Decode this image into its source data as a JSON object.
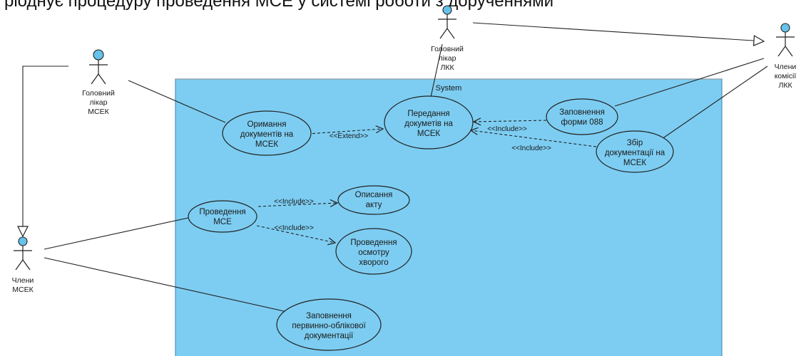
{
  "header_text": "ріоднує процедуру проведення МСЕ у системі роботи з дорученнями",
  "colors": {
    "system_fill": "#7dcdf2",
    "system_border": "#4a90b8",
    "actor_head": "#66c2ea",
    "line": "#222222"
  },
  "system": {
    "label": "System"
  },
  "actors": {
    "glavlikar_mcek": [
      "Головний",
      "лікар",
      "МСЕК"
    ],
    "glavlikar_lkk": [
      "Головний",
      "лікар",
      "ЛКК"
    ],
    "chleny_lkk": [
      "Члени",
      "комісії",
      "ЛКК"
    ],
    "chleny_mcek": [
      "Члени",
      "МСЕК"
    ]
  },
  "use_cases": {
    "otrymannia": [
      "Оримання",
      "документів на",
      "МСЕК"
    ],
    "peredannia": [
      "Передання",
      "докуметів на",
      "МСЕК"
    ],
    "zapovnennia088": [
      "Заповнення",
      "форми 088"
    ],
    "zbir": [
      "Збір",
      "документації на",
      "МСЕК"
    ],
    "provedennia_mse": [
      "Проведення",
      "МСЕ"
    ],
    "opysannia": [
      "Описання",
      "акту"
    ],
    "ogliad": [
      "Проведення",
      "осмотру",
      "хворого"
    ],
    "pervynno": [
      "Заповнення",
      "первинно-облікової",
      "документації"
    ]
  },
  "relations": {
    "extend": "<<Extend>>",
    "include_088": "<<Include>>",
    "include_zbir": "<<Include>>",
    "include_opys": "<<Include>>",
    "include_ogliad": "<<Include>>"
  }
}
